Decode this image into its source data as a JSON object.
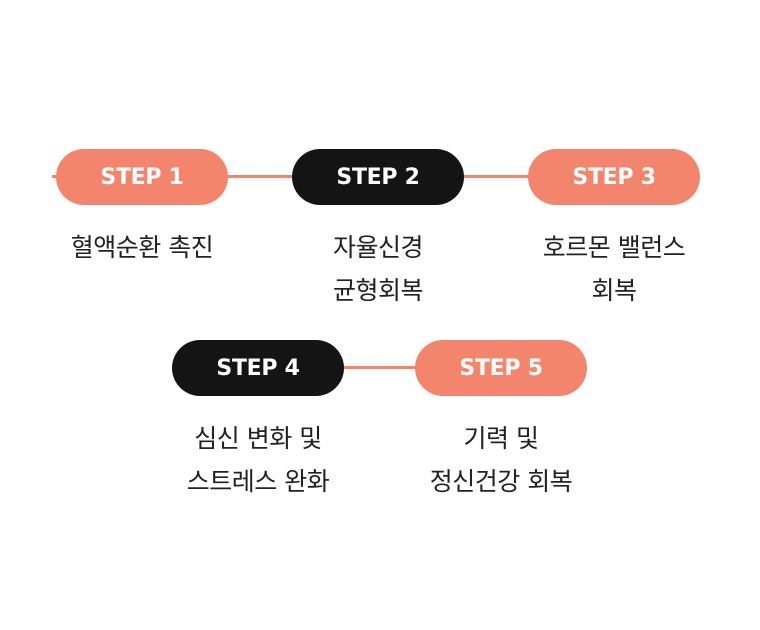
{
  "colors": {
    "accent": "#f2856b",
    "dark": "#141414",
    "text": "#222222",
    "pill_text": "#ffffff"
  },
  "steps": [
    {
      "label": "STEP 1",
      "style": "coral",
      "lines": [
        "혈액순환 촉진"
      ]
    },
    {
      "label": "STEP 2",
      "style": "dark",
      "lines": [
        "자율신경",
        "균형회복"
      ]
    },
    {
      "label": "STEP 3",
      "style": "coral",
      "lines": [
        "호르몬 밸런스",
        "회복"
      ]
    },
    {
      "label": "STEP 4",
      "style": "dark",
      "lines": [
        "심신 변화 및",
        "스트레스 완화"
      ]
    },
    {
      "label": "STEP 5",
      "style": "coral",
      "lines": [
        "기력 및",
        "정신건강 회복"
      ]
    }
  ]
}
